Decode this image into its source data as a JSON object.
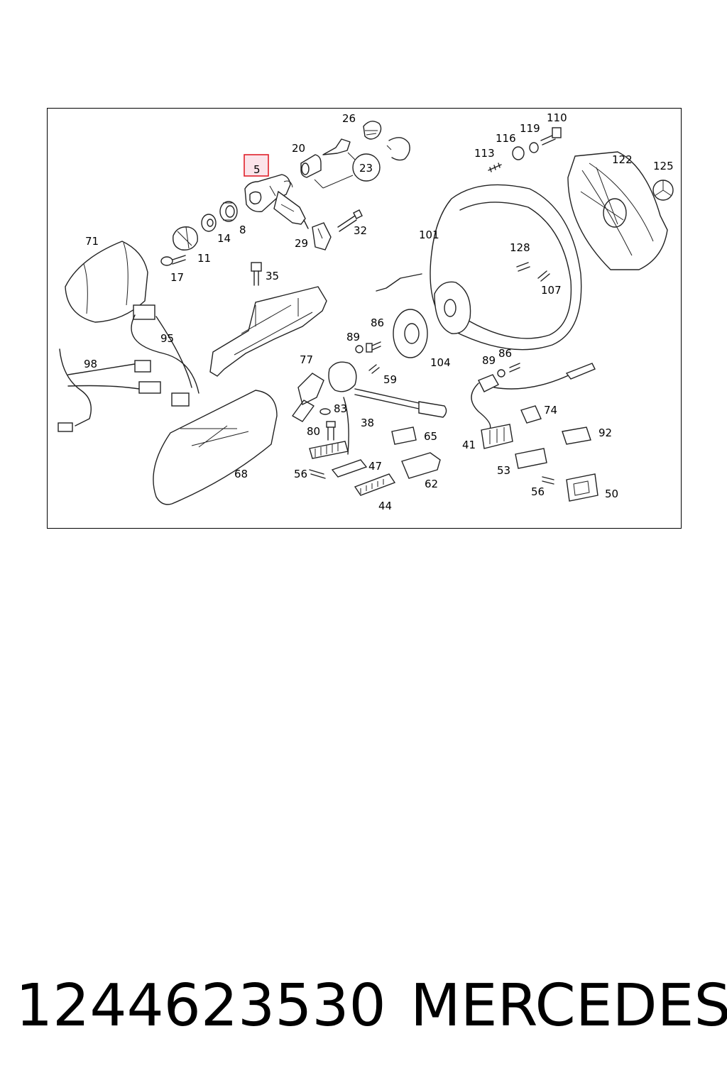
{
  "diagram": {
    "highlighted_part": "5",
    "labels": [
      "26",
      "20",
      "5",
      "23",
      "110",
      "119",
      "116",
      "113",
      "122",
      "125",
      "71",
      "11",
      "14",
      "8",
      "29",
      "32",
      "101",
      "128",
      "17",
      "35",
      "107",
      "95",
      "86",
      "89",
      "98",
      "104",
      "77",
      "59",
      "83",
      "38",
      "65",
      "89",
      "86",
      "74",
      "41",
      "92",
      "80",
      "47",
      "62",
      "53",
      "56",
      "44",
      "56",
      "50",
      "68"
    ],
    "circled_label": "23"
  },
  "caption": {
    "part_number": "1244623530",
    "brand": "MERCEDES"
  }
}
